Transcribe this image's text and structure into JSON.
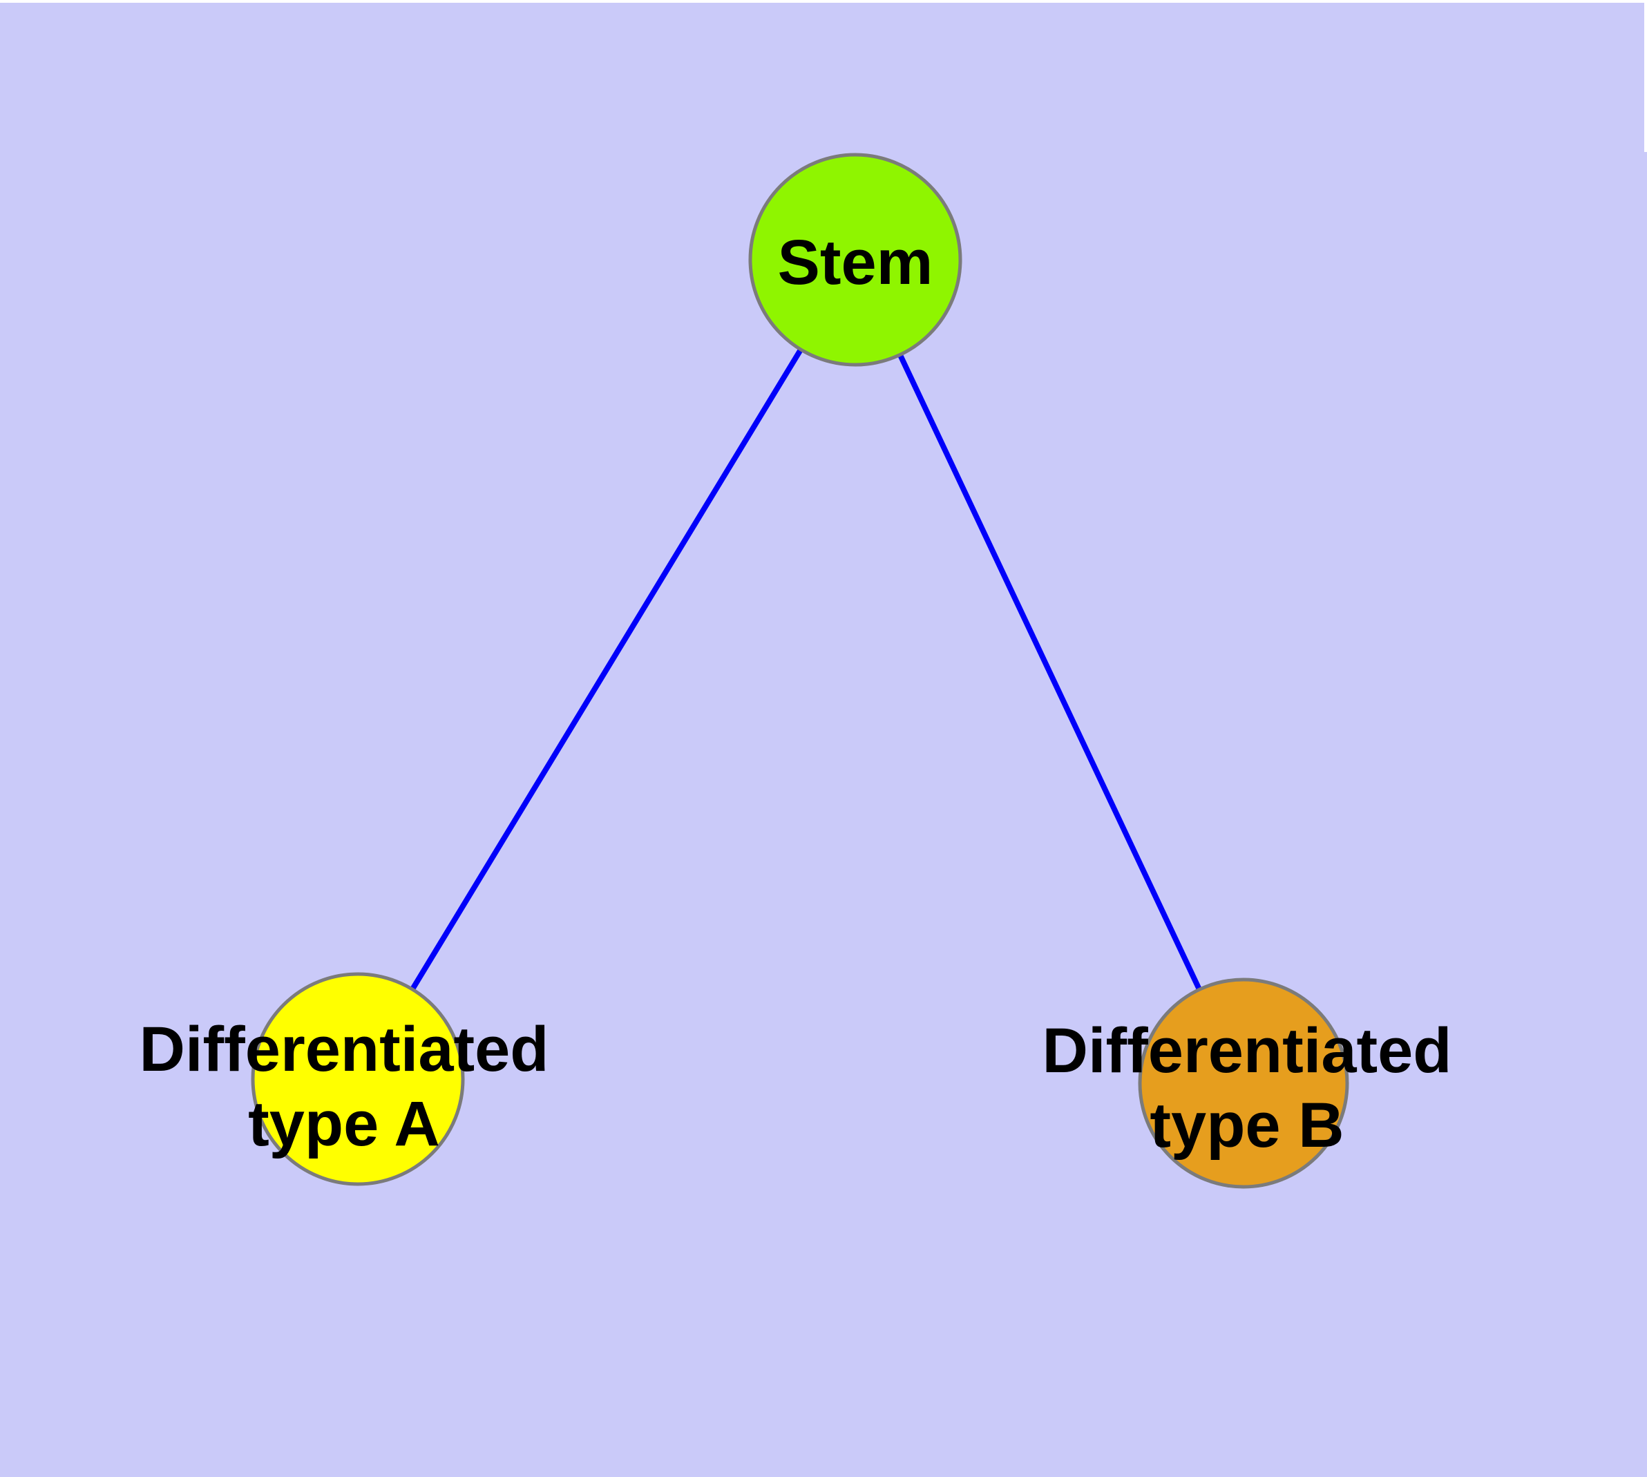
{
  "diagram": {
    "background_color": "#CACAF9",
    "margin_strip_color": "#FFFFFF",
    "edge_color": "#0000FA",
    "node_border_color": "#7B7B7B",
    "label_color": "#000000",
    "nodes": [
      {
        "id": "stem",
        "label": "Stem",
        "color": "#8FF500"
      },
      {
        "id": "differentiated-type-a",
        "label": "Differentiated type A",
        "label_line1": "Differentiated",
        "label_line2": "type A",
        "color": "#FFFF00"
      },
      {
        "id": "differentiated-type-b",
        "label": "Differentiated type B",
        "label_line1": "Differentiated",
        "label_line2": "type B",
        "color": "#E69E1E"
      }
    ],
    "edges": [
      {
        "from": "Stem",
        "to": "Differentiated type A"
      },
      {
        "from": "Stem",
        "to": "Differentiated type B"
      }
    ]
  }
}
